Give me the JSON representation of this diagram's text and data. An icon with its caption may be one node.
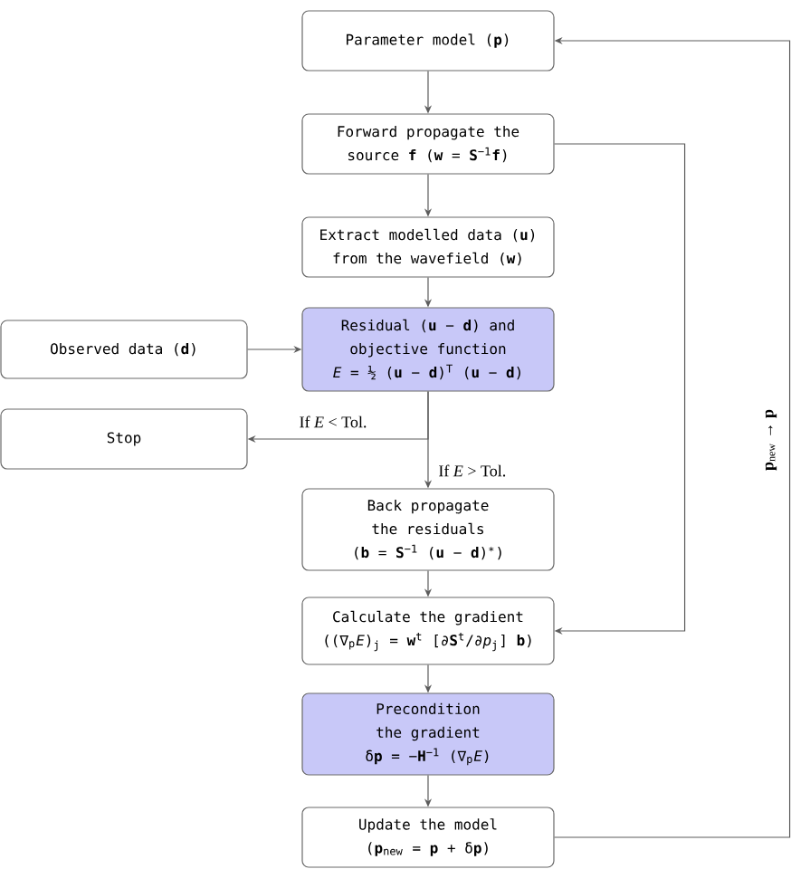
{
  "diagram": {
    "nodes": [
      {
        "text": [
          "Parameter model (**p**)"
        ]
      },
      {
        "text": [
          "Forward propagate the source **f** (**w** = **S**$^{−1}$**f**)"
        ]
      },
      {
        "text": [
          "Extract modelled data (**u**) from the wavefield (**w**)"
        ]
      },
      {
        "text": [
          "Observed data (**d**)"
        ]
      },
      {
        "text": [
          "Residual (**u** − **d**) and objective function",
          "*E* = ½ (**u** − **d**)$^{T}$ (**u** − **d**)"
        ]
      },
      {
        "text": [
          "Stop"
        ]
      },
      {
        "text": [
          "Back propagate the residuals",
          "(**b** = **S**$^{−1}$ (**u** − **d**)$^{∗}$)"
        ]
      },
      {
        "text": [
          "Calculate the gradient",
          "((∇$_{p}$*E*)$_{j}$ = **w**$^{t}$ [∂**S**$^{t}$/∂*p*$_{j}$] **b**)"
        ]
      },
      {
        "text": [
          "Precondition the gradient",
          "δ**p** = −**H**$^{−1}$ (∇$_{p}$*E*)"
        ]
      },
      {
        "text": [
          "Update the model",
          "(**p**$_{new}$ = **p** + δ**p**)"
        ]
      }
    ],
    "edges": [
      {
        "from": 0,
        "to": 1,
        "arrow": "to"
      },
      {
        "from": 1,
        "to": 2,
        "arrow": "to"
      },
      {
        "from": 2,
        "to": 4,
        "arrow": "to"
      },
      {
        "from": 3,
        "to": 4,
        "arrow": "to"
      },
      {
        "from": 4,
        "to": 5,
        "arrow": "to",
        "label": "If *E* < Tol."
      },
      {
        "from": 4,
        "to": 6,
        "arrow": "to",
        "label": "If *E* > Tol."
      },
      {
        "from": 6,
        "to": 7,
        "arrow": "to"
      },
      {
        "from": 7,
        "to": 8,
        "arrow": "to"
      },
      {
        "from": 8,
        "to": 9,
        "arrow": "to"
      },
      {
        "from": 9,
        "to": 0,
        "arrow": "to",
        "label": "**p**$_{new}$ → **p**"
      },
      {
        "from": 1,
        "to": 7,
        "arrow": "to"
      }
    ]
  }
}
